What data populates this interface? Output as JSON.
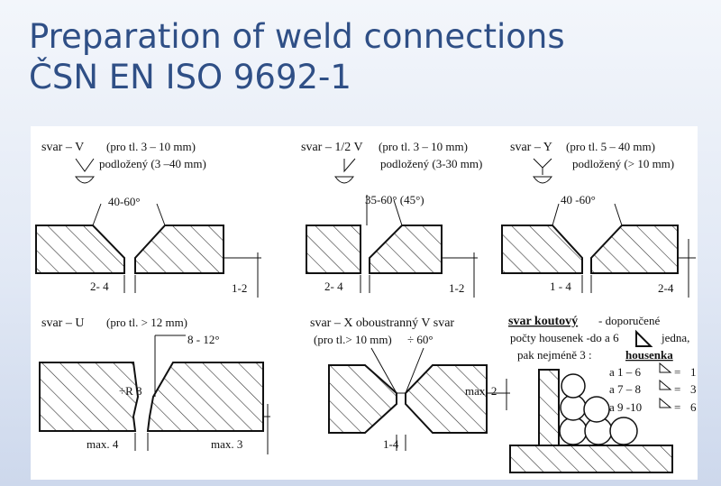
{
  "title": {
    "line1": "Preparation of weld connections",
    "line2": "ČSN EN ISO 9692-1"
  },
  "v_weld": {
    "label": "svar – V",
    "range": "(pro tl. 3 – 10 mm)",
    "backed": "podložený (3 –40 mm)",
    "angle": "40-60°",
    "gap": "2- 4",
    "root": "1-2"
  },
  "half_v_weld": {
    "label": "svar – 1/2 V",
    "range": "(pro tl. 3 – 10 mm)",
    "backed": "podložený (3-30 mm)",
    "angle": "35-60° (45°)",
    "gap": "2- 4",
    "root": "1-2"
  },
  "y_weld": {
    "label": "svar – Y",
    "range": "(pro tl. 5 – 40 mm)",
    "backed": "podložený (> 10 mm)",
    "angle": "40 -60°",
    "gap": "1 - 4",
    "root": "2-4"
  },
  "u_weld": {
    "label": "svar – U",
    "range": "(pro tl. > 12 mm)",
    "angle": "8 - 12°",
    "radius": "÷R 8",
    "gap": "max. 4",
    "root": "max. 3"
  },
  "x_weld": {
    "label": "svar – X oboustranný V svar",
    "range": "(pro tl.> 10 mm)",
    "angle": "÷ 60°",
    "root": "max. 2",
    "gap": "1-4"
  },
  "fillet_weld": {
    "title": "svar koutový",
    "line1_rest": " - doporučené",
    "line2a": "počty housenek -do a 6",
    "line2b": "jedna,",
    "line3": "pak nejméně 3 :",
    "bead_label": "housenka",
    "rows": [
      {
        "range": "a 1 – 6",
        "count": "1"
      },
      {
        "range": "a 7 – 8",
        "count": "3"
      },
      {
        "range": "a 9 -10",
        "count": "6"
      }
    ]
  }
}
